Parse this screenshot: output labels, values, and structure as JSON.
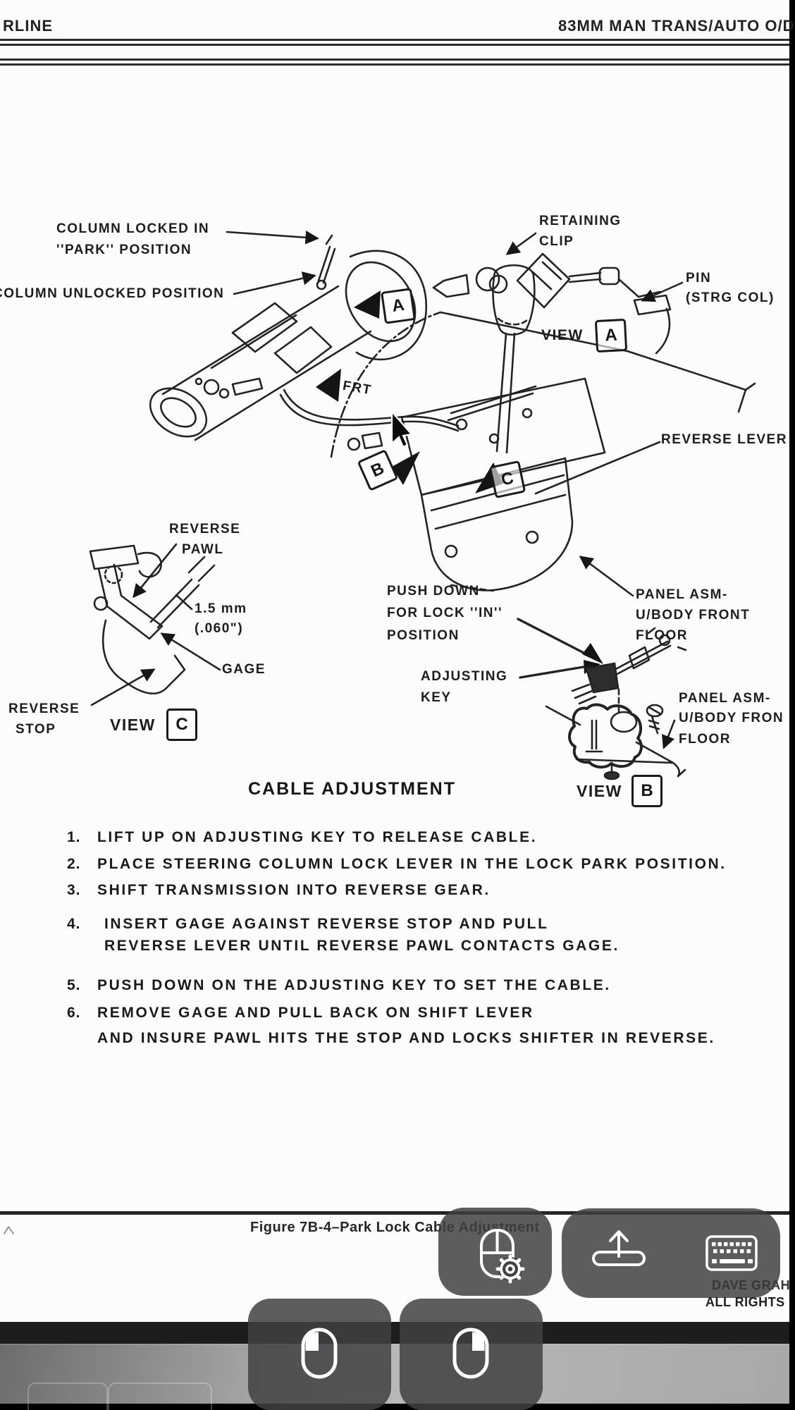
{
  "header": {
    "left_text": "RLINE",
    "right_text": "83MM MAN TRANS/AUTO O/D"
  },
  "diagram": {
    "view_word": "VIEW",
    "markers": {
      "a": "A",
      "b": "B",
      "c": "C"
    },
    "labels": {
      "column_locked_line1": "COLUMN LOCKED IN",
      "column_locked_line2": "''PARK'' POSITION",
      "column_unlocked": "COLUMN UNLOCKED POSITION",
      "retaining_line1": "RETAINING",
      "retaining_line2": "CLIP",
      "pin_line1": "PIN",
      "pin_line2": "(STRG COL)",
      "frt": "FRT",
      "reverse_lever": "REVERSE LEVER",
      "panel_front_line1": "PANEL ASM-",
      "panel_front_line2": "U/BODY FRONT",
      "panel_front_line3": "FLOOR",
      "reverse_pawl_line1": "REVERSE",
      "reverse_pawl_line2": "PAWL",
      "gap_mm": "1.5 mm",
      "gap_inch": "(.060\")",
      "gage": "GAGE",
      "reverse_stop_line1": "REVERSE",
      "reverse_stop_line2": "STOP",
      "push_down_line1": "PUSH DOWN",
      "push_down_line2": "FOR LOCK ''IN''",
      "push_down_line3": "POSITION",
      "adjusting_line1": "ADJUSTING",
      "adjusting_line2": "KEY",
      "panel_b_line1": "PANEL ASM-",
      "panel_b_line2": "U/BODY FRON",
      "panel_b_line3": "FLOOR"
    }
  },
  "section": {
    "title": "CABLE ADJUSTMENT",
    "step_lines": [
      {
        "num": "1.",
        "text": "LIFT UP ON ADJUSTING KEY TO RELEASE CABLE."
      },
      {
        "num": "2.",
        "text": "PLACE STEERING COLUMN LOCK LEVER IN THE LOCK PARK POSITION."
      },
      {
        "num": "3.",
        "text": "SHIFT TRANSMISSION INTO REVERSE GEAR."
      },
      {
        "num": "4.",
        "text": "INSERT GAGE AGAINST REVERSE STOP AND PULL"
      },
      {
        "num": "",
        "text": "REVERSE LEVER UNTIL REVERSE PAWL CONTACTS GAGE."
      },
      {
        "num": "5.",
        "text": "PUSH DOWN ON THE ADJUSTING KEY TO SET THE CABLE."
      },
      {
        "num": "6.",
        "text": "REMOVE GAGE AND PULL BACK ON SHIFT LEVER"
      },
      {
        "num": "",
        "text": "AND INSURE PAWL HITS THE STOP AND LOCKS SHIFTER IN REVERSE."
      }
    ]
  },
  "caption": "Figure 7B-4–Park Lock Cable Adjustment",
  "watermark": {
    "line1": "DAVE GRAH",
    "line2": "ALL RIGHTS"
  },
  "overlay": {
    "mouse_settings_icon": "mouse-settings",
    "toolbar_toggle_icon": "toolbar-toggle",
    "keyboard_icon": "keyboard",
    "left_click_icon": "mouse-left-click",
    "right_click_icon": "mouse-right-click"
  },
  "colors": {
    "overlay_button": "rgba(65,65,68,0.85)",
    "page": "#fcfcfc",
    "ink": "#1f1f1f",
    "bottom_band": "#1d1d1f"
  }
}
